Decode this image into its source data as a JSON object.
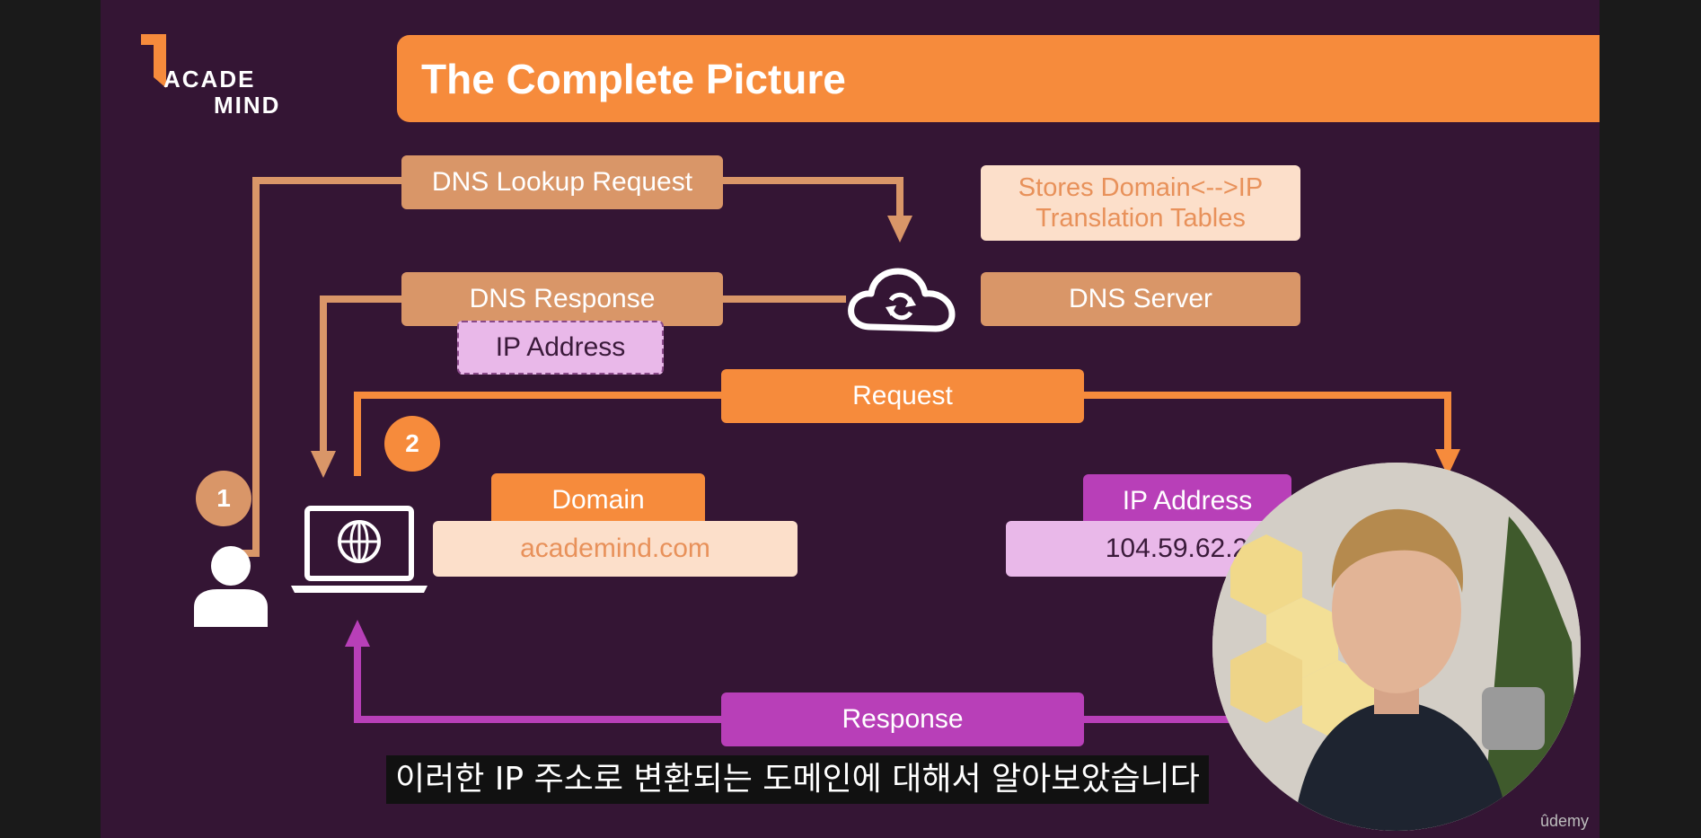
{
  "logo": {
    "line1": "ACADE",
    "line2": "MIND"
  },
  "title": "The Complete Picture",
  "labels": {
    "dns_lookup_request": "DNS Lookup Request",
    "stores_tables": "Stores Domain<-->IP Translation Tables",
    "dns_response": "DNS Response",
    "ip_address_small": "IP Address",
    "dns_server": "DNS Server",
    "request": "Request",
    "domain": "Domain",
    "domain_value": "academind.com",
    "ip_address": "IP Address",
    "ip_value": "104.59.62.2",
    "response": "Response"
  },
  "steps": {
    "one": "1",
    "two": "2"
  },
  "subtitle": "이러한 IP 주소로 변환되는 도메인에 대해서 알아보았습니다",
  "watermark": "ûdemy",
  "icons": [
    "user-icon",
    "laptop-globe-icon",
    "cloud-sync-icon"
  ],
  "colors": {
    "background": "#341534",
    "orange": "#f68b3c",
    "tan": "#d99668",
    "cream": "#fcdfca",
    "lavender": "#e9b8e9",
    "magenta": "#b83fb8"
  }
}
